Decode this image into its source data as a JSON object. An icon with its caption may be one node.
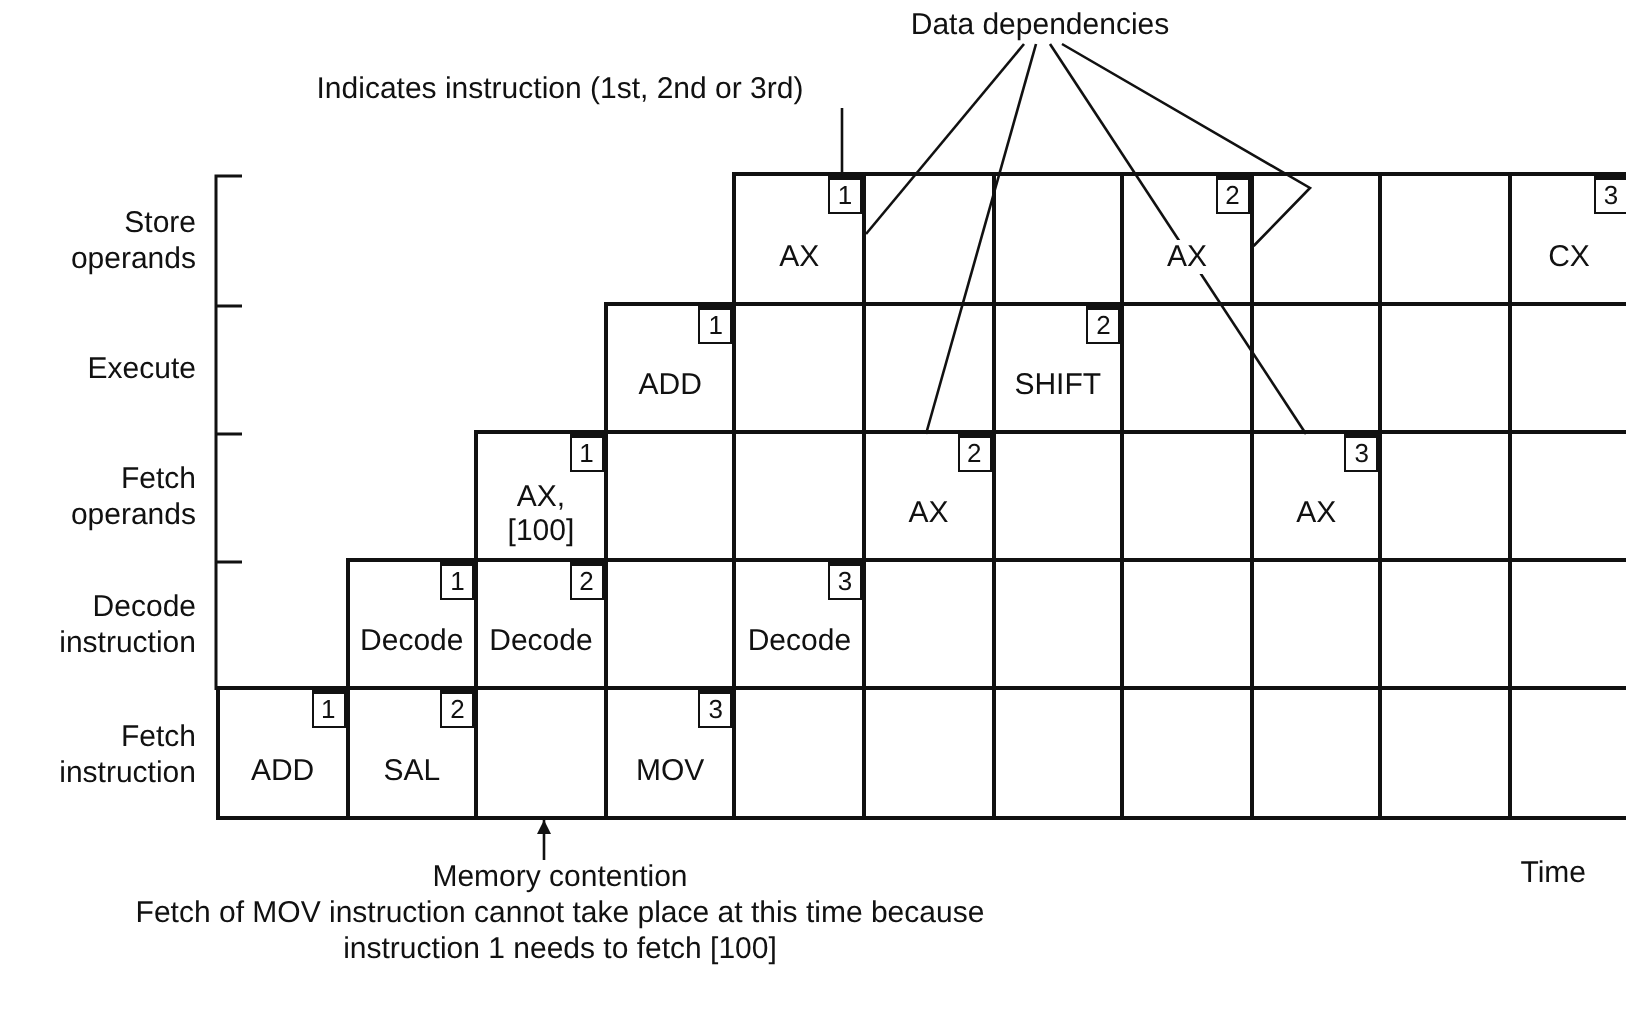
{
  "diagram": {
    "nodes": [
      {
        "text": [
          "Data dependencies"
        ]
      },
      {
        "text": [
          "Indicates instruction (1st, 2nd or 3rd)"
        ]
      },
      {
        "text": [
          "AX"
        ]
      },
      {
        "text": [
          "1"
        ],
        "in": 2
      },
      {
        "text": [],
        "shape": "box"
      },
      {
        "text": [],
        "shape": "box"
      },
      {
        "text": [
          "AX"
        ]
      },
      {
        "text": [
          "2"
        ],
        "in": 6
      },
      {
        "text": [],
        "shape": "box"
      },
      {
        "text": [],
        "shape": "box"
      },
      {
        "text": [
          "CX"
        ]
      },
      {
        "text": [
          "3"
        ],
        "in": 10
      },
      {
        "text": [
          "ADD"
        ]
      },
      {
        "text": [
          "1"
        ],
        "in": 12
      },
      {
        "text": [],
        "shape": "box"
      },
      {
        "text": [],
        "shape": "box"
      },
      {
        "text": [
          "SHIFT"
        ]
      },
      {
        "text": [
          "2"
        ],
        "in": 16
      },
      {
        "text": [],
        "shape": "box"
      },
      {
        "text": [],
        "shape": "box"
      },
      {
        "text": [],
        "shape": "box"
      },
      {
        "text": [],
        "shape": "box"
      },
      {
        "text": [
          "AX, [100]"
        ]
      },
      {
        "text": [
          "1"
        ],
        "in": 22
      },
      {
        "text": [],
        "shape": "box"
      },
      {
        "text": [],
        "shape": "box"
      },
      {
        "text": [
          "AX"
        ]
      },
      {
        "text": [
          "2"
        ],
        "in": 26
      },
      {
        "text": [],
        "shape": "box"
      },
      {
        "text": [],
        "shape": "box"
      },
      {
        "text": [
          "AX"
        ]
      },
      {
        "text": [
          "3"
        ],
        "in": 30
      },
      {
        "text": [],
        "shape": "box"
      },
      {
        "text": [],
        "shape": "box"
      },
      {
        "text": [
          "Decode"
        ]
      },
      {
        "text": [
          "1"
        ],
        "in": 34
      },
      {
        "text": [
          "Decode"
        ]
      },
      {
        "text": [
          "2"
        ],
        "in": 36
      },
      {
        "text": [],
        "shape": "box"
      },
      {
        "text": [
          "Decode"
        ]
      },
      {
        "text": [
          "3"
        ],
        "in": 39
      },
      {
        "text": [],
        "shape": "box"
      },
      {
        "text": [],
        "shape": "box"
      },
      {
        "text": [],
        "shape": "box"
      },
      {
        "text": [],
        "shape": "box"
      },
      {
        "text": [],
        "shape": "box"
      },
      {
        "text": [],
        "shape": "box"
      },
      {
        "text": [
          "ADD"
        ]
      },
      {
        "text": [
          "1"
        ],
        "in": 47
      },
      {
        "text": [
          "SAL"
        ]
      },
      {
        "text": [
          "2"
        ],
        "in": 49
      },
      {
        "text": [],
        "shape": "box"
      },
      {
        "text": [
          "MOV"
        ]
      },
      {
        "text": [
          "3"
        ],
        "in": 52
      },
      {
        "text": [],
        "shape": "box"
      },
      {
        "text": [],
        "shape": "box"
      },
      {
        "text": [],
        "shape": "box"
      },
      {
        "text": [],
        "shape": "box"
      },
      {
        "text": [],
        "shape": "box"
      },
      {
        "text": [],
        "shape": "box"
      },
      {
        "text": [],
        "shape": "box"
      },
      {
        "text": [
          "Memory contention",
          "Fetch of MOV instruction cannot take place at this time because instruction 1 needs to fetch [100]"
        ]
      }
    ],
    "edges": [
      {
        "from": 1,
        "to": 3,
        "arrow": "none"
      },
      {
        "from": 0,
        "to": 2,
        "arrow": "none"
      },
      {
        "from": 0,
        "to": 26,
        "arrow": "none"
      },
      {
        "from": 0,
        "to": 30,
        "arrow": "none"
      },
      {
        "from": 0,
        "to": 6,
        "arrow": "none"
      },
      {
        "from": 61,
        "to": 51,
        "arrow": "to"
      }
    ],
    "labels": [
      "Store operands",
      "Execute",
      "Fetch operands",
      "Decode instruction",
      "Fetch instruction",
      "Time"
    ]
  }
}
